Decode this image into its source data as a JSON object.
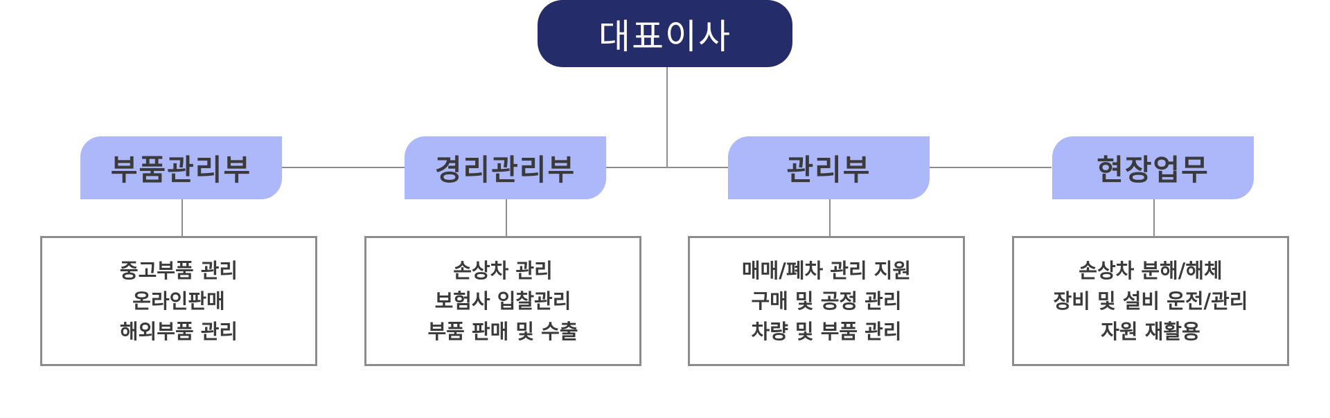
{
  "ceo": {
    "label": "대표이사"
  },
  "departments": [
    {
      "label": "부품관리부",
      "duties": [
        "중고부품 관리",
        "온라인판매",
        "해외부품 관리"
      ]
    },
    {
      "label": "경리관리부",
      "duties": [
        "손상차 관리",
        "보험사 입찰관리",
        "부품 판매 및 수출"
      ]
    },
    {
      "label": "관리부",
      "duties": [
        "매매/폐차 관리 지원",
        "구매 및 공정 관리",
        "차량 및 부품 관리"
      ]
    },
    {
      "label": "현장업무",
      "duties": [
        "손상차 분해/해체",
        "장비 및 설비 운전/관리",
        "자원 재활용"
      ]
    }
  ],
  "colors": {
    "ceo_fill": "#252c6a",
    "department_fill": "#adb8fb",
    "connector": "#8c8c8c"
  }
}
